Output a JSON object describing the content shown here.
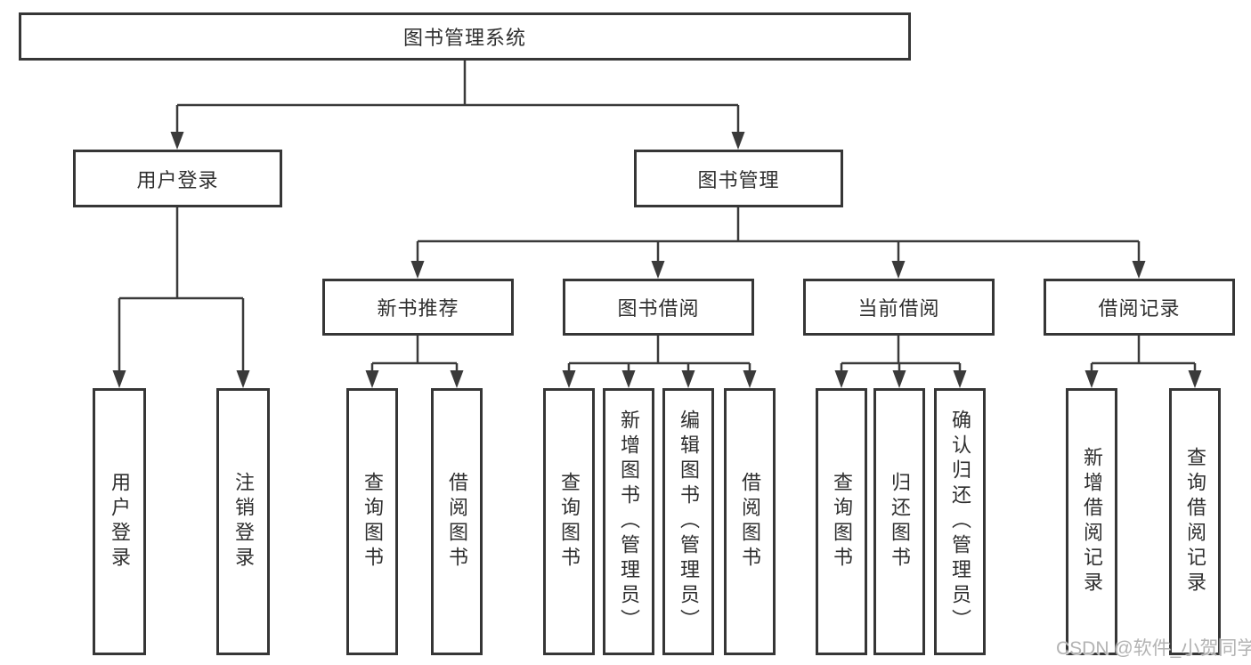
{
  "tree": {
    "root": {
      "label": "图书管理系统"
    },
    "level2": [
      {
        "label": "用户登录"
      },
      {
        "label": "图书管理"
      }
    ],
    "level3": [
      {
        "label": "新书推荐"
      },
      {
        "label": "图书借阅"
      },
      {
        "label": "当前借阅"
      },
      {
        "label": "借阅记录"
      }
    ],
    "leaves": [
      {
        "label": "用户登录"
      },
      {
        "label": "注销登录"
      },
      {
        "label": "查询图书"
      },
      {
        "label": "借阅图书"
      },
      {
        "label": "查询图书"
      },
      {
        "label": "新增图书（管理员）"
      },
      {
        "label": "编辑图书（管理员）"
      },
      {
        "label": "借阅图书"
      },
      {
        "label": "查询图书"
      },
      {
        "label": "归还图书"
      },
      {
        "label": "确认归还（管理员）"
      },
      {
        "label": "新增借阅记录"
      },
      {
        "label": "查询借阅记录"
      }
    ]
  },
  "watermark": {
    "text": "CSDN @软件_小贺同学"
  },
  "colors": {
    "line": "#3a3a3a",
    "border": "#363636",
    "text": "#2f2f2f",
    "watermark_text": "#b3b3b3",
    "background": "#ffffff"
  }
}
